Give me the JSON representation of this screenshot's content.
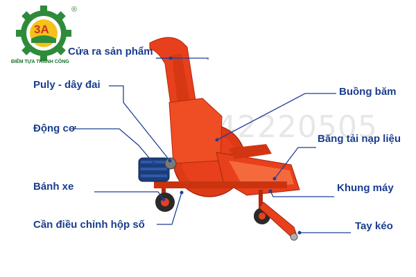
{
  "logo": {
    "badge": "3A",
    "tagline": "ĐIỂM TỰA THÀNH CÔNG",
    "registered": "®"
  },
  "watermark": "0242220505",
  "labels": {
    "outlet": "Cửa ra sản phẩm",
    "pulley": "Puly - dây đai",
    "motor": "Động cơ",
    "wheel": "Bánh xe",
    "gear_lever": "Cần điều chỉnh hộp số",
    "chamber": "Buồng băm",
    "feed_conveyor": "Băng tải nạp liệu",
    "frame": "Khung máy",
    "tow_bar": "Tay kéo"
  },
  "colors": {
    "label": "#1a3d8f",
    "leader": "#1f3f97",
    "machine": "#e8401c",
    "logo_green": "#2e8b3a"
  }
}
